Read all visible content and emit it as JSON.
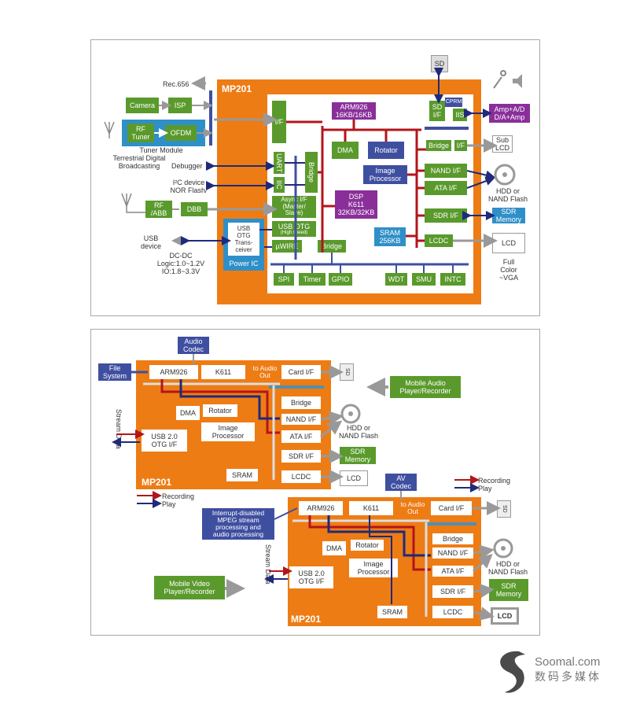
{
  "top": {
    "chip": "MP201",
    "rec656": "Rec.656",
    "camera": "Camera",
    "isp": "ISP",
    "rf_tuner": "RF\nTuner",
    "ofdm": "OFDM",
    "tuner_module": "Tuner Module",
    "terrestrial": "Terrestrial Digital\nBroadcasting",
    "debugger": "Debugger",
    "i2c_device": "I²C device\nNOR Flash/",
    "rf_abb": "RF\n/ABB",
    "dbb": "DBB",
    "usb_device": "USB\ndevice",
    "dcdc": "DC-DC\nLogic:1.0~1.2V\nIO:1.8~3.3V",
    "usb_otg_trans": "USB\nOTG\nTrans-\nceiver",
    "power_ic": "Power IC",
    "if_left": "I/F",
    "uart": "UART",
    "iic": "IIC",
    "bridge_v": "Bridge",
    "async_if": "Async I/F\n(Master/\nSlave)",
    "usb_otg": "USB OTG",
    "usb_otg_sub": "(High speed)",
    "uwire": "µWIRE",
    "bridge_bottom": "Bridge",
    "arm926": "ARM926\n16KB/16KB",
    "dma": "DMA",
    "rotator": "Rotator",
    "image_processor": "Image\nProcessor",
    "dsp": "DSP\nK611\n32KB/32KB",
    "sram": "SRAM\n256KB",
    "sd": "SD",
    "sd_if": "SD\nI/F",
    "cprm": "CPRM",
    "iis": "IIS",
    "amp": "Amp+A/D\nD/A+Amp",
    "bridge_right": "Bridge",
    "if_right": "I/F",
    "sub_lcd": "Sub\nLCD",
    "nand_if": "NAND I/F",
    "ata_if": "ATA I/F",
    "hdd_nand": "HDD or\nNAND Flash",
    "sdr_if": "SDR I/F",
    "sdr_memory": "SDR\nMemory",
    "lcdc": "LCDC",
    "lcd": "LCD",
    "full_color": "Full\nColor\n~VGA",
    "spi": "SPI",
    "timer": "Timer",
    "gpio": "GPIO",
    "wdt": "WDT",
    "smu": "SMU",
    "intc": "INTC"
  },
  "audio": {
    "chip": "MP201",
    "audio_codec": "Audio\nCodec",
    "file_system": "File\nSystem",
    "arm926": "ARM926",
    "k611": "K611",
    "to_audio_out": "to Audio\nOut",
    "card_if": "Card I/F",
    "sd": "SD",
    "bridge": "Bridge",
    "dma": "DMA",
    "rotator": "Rotator",
    "nand_if": "NAND I/F",
    "image_processor": "Image\nProcessor",
    "ata_if": "ATA I/F",
    "hdd_nand": "HDD or\nNAND Flash",
    "stream_data": "Stream Data",
    "usb": "USB 2.0\nOTG I/F",
    "sdr_if": "SDR I/F",
    "sdr_memory": "SDR\nMemory",
    "sram": "SRAM",
    "lcdc": "LCDC",
    "lcd": "LCD",
    "mobile_audio": "Mobile Audio\nPlayer/Recorder",
    "legend_recording": "Recording",
    "legend_play": "Play"
  },
  "video": {
    "chip": "MP201",
    "av_codec": "AV\nCodec",
    "interrupt": "Interrupt-disabled\nMPEG stream\nprocessing and\naudio processing",
    "arm926": "ARM926",
    "k611": "K611",
    "to_audio_out": "to Audio\nOut",
    "card_if": "Card I/F",
    "sd": "SD",
    "bridge": "Bridge",
    "dma": "DMA",
    "rotator": "Rotator",
    "nand_if": "NAND I/F",
    "image_processor": "Image\nProcessor",
    "ata_if": "ATA I/F",
    "hdd_nand": "HDD or\nNAND Flash",
    "stream_data": "Stream Data",
    "usb": "USB 2.0\nOTG I/F",
    "sdr_if": "SDR I/F",
    "sdr_memory": "SDR\nMemory",
    "sram": "SRAM",
    "lcdc": "LCDC",
    "lcd": "LCD",
    "mobile_video": "Mobile Video\nPlayer/Recorder",
    "legend_recording": "Recording",
    "legend_play": "Play"
  },
  "watermark": {
    "line1": "Soomal.com",
    "line2": "数码多媒体"
  },
  "colors": {
    "orange": "#ee7c14",
    "green": "#5a9a2c",
    "purple": "#8a2f9a",
    "blue": "#3f4fa0",
    "red": "#b3151b",
    "navy": "#1f2a7a"
  }
}
